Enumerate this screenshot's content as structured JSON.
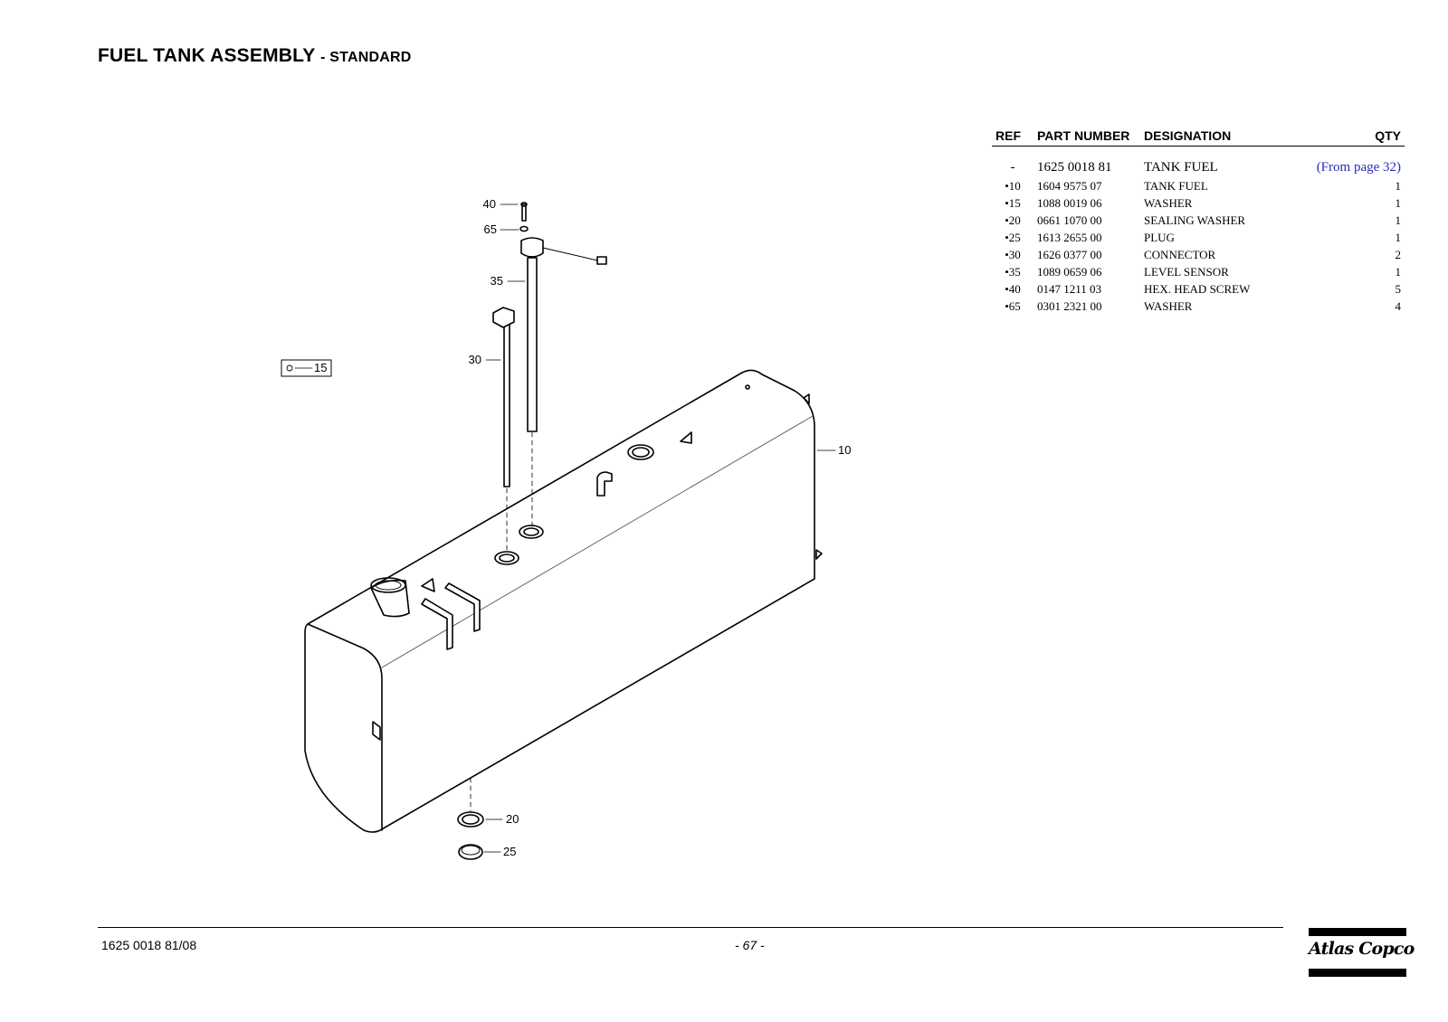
{
  "header": {
    "title": "FUEL TANK ASSEMBLY",
    "subtitle": "- STANDARD"
  },
  "parts_table": {
    "columns": [
      "REF",
      "PART NUMBER",
      "DESIGNATION",
      "QTY"
    ],
    "main_item": {
      "ref": "-",
      "part_number": "1625 0018 81",
      "designation": "TANK FUEL",
      "note": "(From page 32)"
    },
    "rows": [
      {
        "ref": "•10",
        "part_number": "1604 9575 07",
        "designation": "TANK FUEL",
        "qty": "1"
      },
      {
        "ref": "•15",
        "part_number": "1088 0019 06",
        "designation": "WASHER",
        "qty": "1"
      },
      {
        "ref": "•20",
        "part_number": "0661 1070 00",
        "designation": "SEALING WASHER",
        "qty": "1"
      },
      {
        "ref": "•25",
        "part_number": "1613 2655 00",
        "designation": "PLUG",
        "qty": "1"
      },
      {
        "ref": "•30",
        "part_number": "1626 0377 00",
        "designation": "CONNECTOR",
        "qty": "2"
      },
      {
        "ref": "•35",
        "part_number": "1089 0659 06",
        "designation": "LEVEL SENSOR",
        "qty": "1"
      },
      {
        "ref": "•40",
        "part_number": "0147 1211 03",
        "designation": "HEX. HEAD SCREW",
        "qty": "5"
      },
      {
        "ref": "•65",
        "part_number": "0301 2321 00",
        "designation": "WASHER",
        "qty": "4"
      }
    ]
  },
  "drawing": {
    "callouts": {
      "c10": "10",
      "c15": "15",
      "c20": "20",
      "c25": "25",
      "c30": "30",
      "c35": "35",
      "c40": "40",
      "c65": "65"
    }
  },
  "footer": {
    "document_number": "1625 0018 81/08",
    "page": "- 67 -",
    "brand": "Atlas Copco"
  }
}
